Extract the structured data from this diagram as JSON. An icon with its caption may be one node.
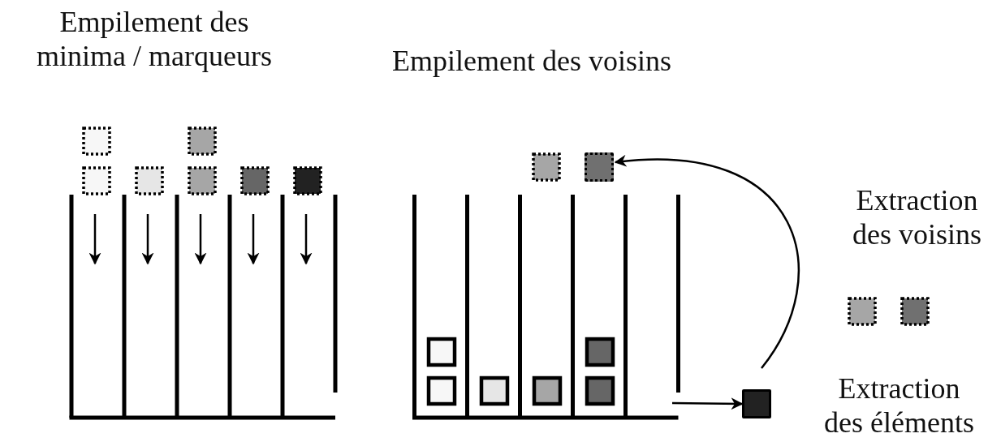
{
  "diagram": {
    "nodes": [
      {
        "text": [],
        "shape": "box"
      },
      {
        "text": [],
        "shape": "box"
      },
      {
        "text": [],
        "shape": "box"
      }
    ],
    "edges": [
      {
        "from": 0,
        "to": 1,
        "arrow": "to"
      },
      {
        "from": 1,
        "to": 2,
        "arrow": "to"
      }
    ],
    "labels": [
      "Empilement des minima / marqueurs",
      "Empilement des voisins",
      "Extraction des voisins",
      "Extraction des éléments"
    ]
  }
}
